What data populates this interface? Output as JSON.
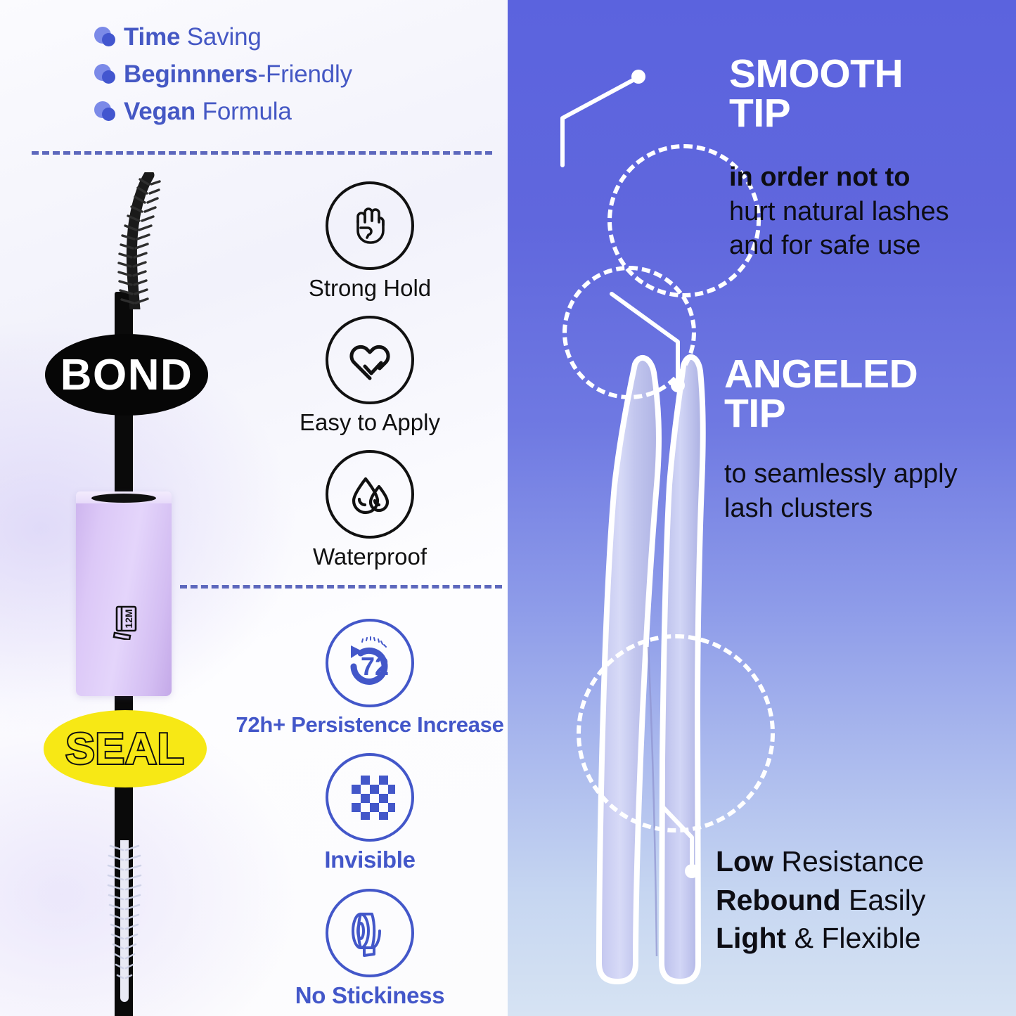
{
  "left": {
    "bullets": [
      {
        "strong": "Time",
        "rest": " Saving",
        "bullet_icon": "double-circle-bullet-icon"
      },
      {
        "strong": "Beginnners",
        "rest": "-Friendly",
        "bullet_icon": "double-circle-bullet-icon"
      },
      {
        "strong": "Vegan",
        "rest": " Formula",
        "bullet_icon": "double-circle-bullet-icon"
      }
    ],
    "product": {
      "bond_label": "BOND",
      "seal_label": "SEAL",
      "pao_label": "12M",
      "pao_icon": "open-jar-period-after-opening-icon",
      "bond_brush_icon": "mascara-spiral-brush-icon",
      "seal_brush_icon": "clear-spiral-brush-icon"
    },
    "features_top": [
      {
        "label": "Strong Hold",
        "icon": "fist-icon"
      },
      {
        "label": "Easy to Apply",
        "icon": "heart-check-icon"
      },
      {
        "label": "Waterproof",
        "icon": "water-droplets-icon"
      }
    ],
    "features_bottom": [
      {
        "label": "72h+ Persistence Increase",
        "icon": "72-hour-rotation-icon",
        "badge": "72"
      },
      {
        "label": "Invisible",
        "icon": "checkerboard-icon"
      },
      {
        "label": "No Stickiness",
        "icon": "tape-roll-icon"
      }
    ]
  },
  "right": {
    "smooth": {
      "title_line1": "SMOOTH",
      "title_line2": "TIP",
      "body_bold": "in order not to",
      "body_line2": "hurt natural lashes",
      "body_line3": "and for safe use"
    },
    "angeled": {
      "title_line1": "ANGELED",
      "title_line2": "TIP",
      "body_line1": "to seamlessly apply",
      "body_line2": "lash clusters"
    },
    "footer": [
      {
        "strong": "Low",
        "rest": " Resistance"
      },
      {
        "strong": "Rebound",
        "rest": " Easily"
      },
      {
        "strong": "Light",
        "rest": " & Flexible"
      }
    ],
    "tool_icon": "lash-tweezers-icon"
  },
  "colors": {
    "accent_blue": "#4357c9",
    "bullet_blue": "#4558c4",
    "seal_yellow": "#f7e815",
    "bottle_lavender": "#d9c4f2",
    "panel_blue_top": "#5b63de",
    "panel_blue_bottom": "#d6e3f3",
    "dark_text": "#0d0d14"
  }
}
